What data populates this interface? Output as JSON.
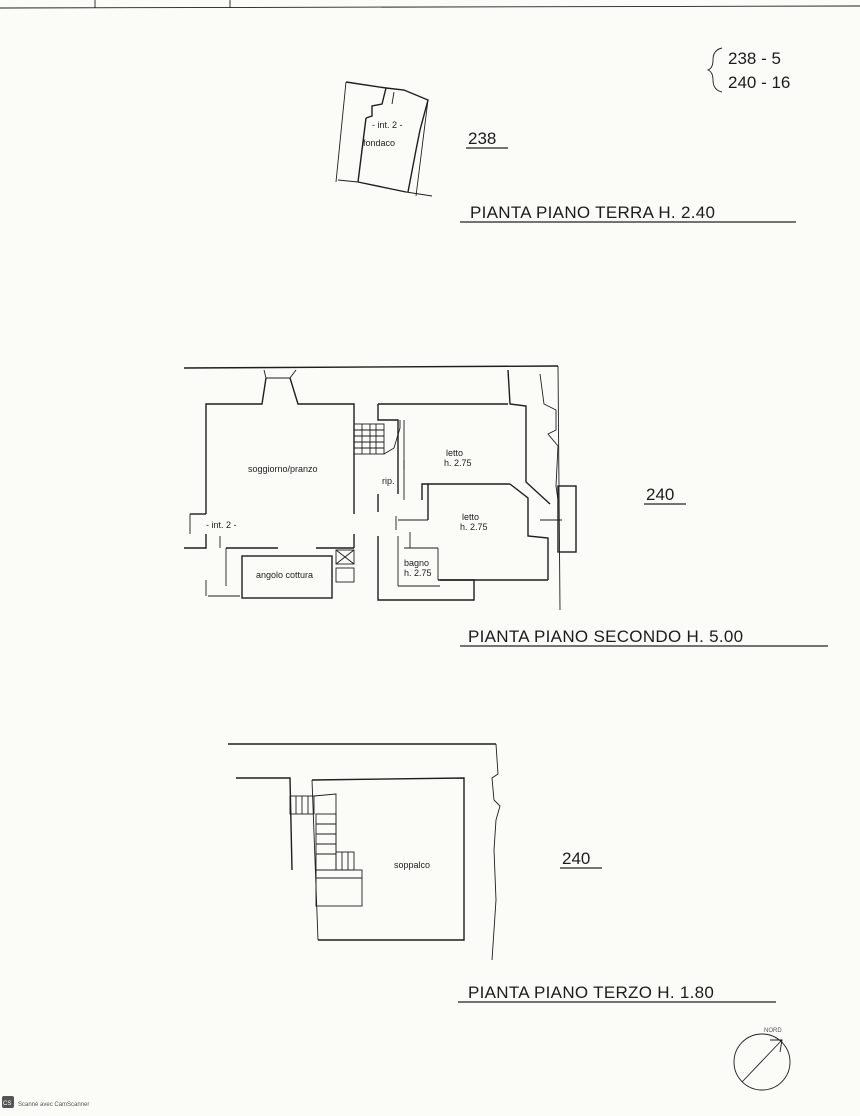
{
  "reference": {
    "line1": "238 - 5",
    "line2": "240 - 16"
  },
  "floors": [
    {
      "title": "PIANTA PIANO TERRA  H. 2.40",
      "parcel": "238",
      "rooms": [
        {
          "label": "- int. 2 -"
        },
        {
          "label": "fondaco"
        }
      ]
    },
    {
      "title": "PIANTA PIANO SECONDO  H. 5.00",
      "parcel": "240",
      "rooms": [
        {
          "label": "soggiorno/pranzo"
        },
        {
          "label": "letto",
          "height": "h. 2.75"
        },
        {
          "label": "letto",
          "height": "h. 2.75"
        },
        {
          "label": "rip."
        },
        {
          "label": "bagno",
          "height": "h. 2.75"
        },
        {
          "label": "angolo cottura"
        },
        {
          "label": "- int. 2 -"
        }
      ]
    },
    {
      "title": "PIANTA PIANO TERZO  H. 1.80",
      "parcel": "240",
      "rooms": [
        {
          "label": "soppalco"
        }
      ]
    }
  ],
  "compass": {
    "label": "NORD"
  },
  "footer": {
    "scanner": "Scanné avec CamScanner",
    "badge": "CS"
  }
}
